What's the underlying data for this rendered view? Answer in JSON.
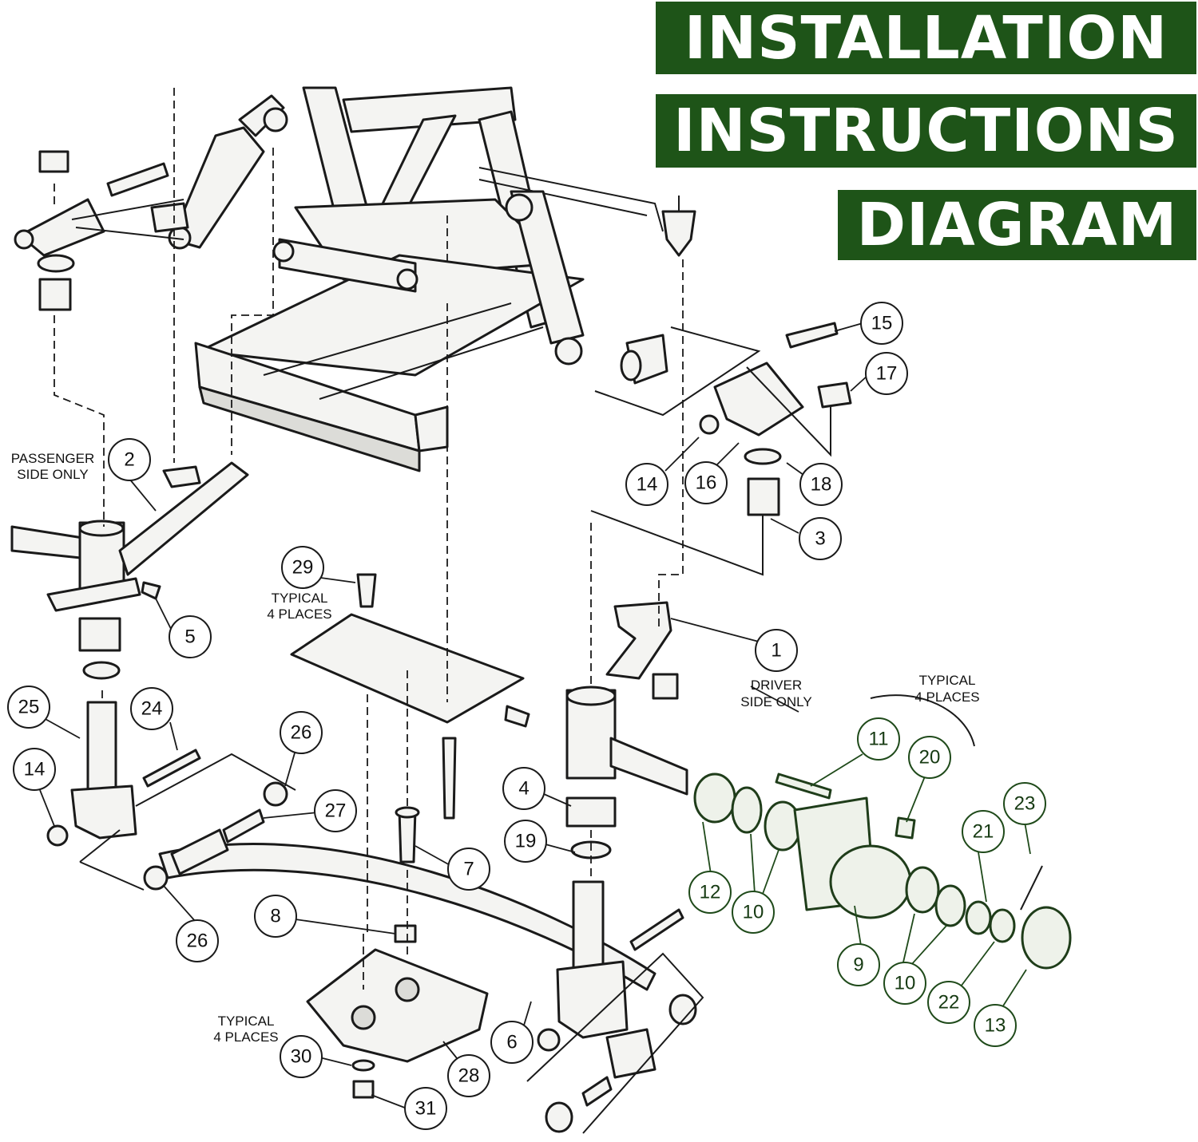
{
  "banner": {
    "line1": "INSTALLATION",
    "line2": "INSTRUCTIONS",
    "line3": "DIAGRAM",
    "background_color": "#1e5418",
    "text_color": "#ffffff"
  },
  "notes": {
    "passenger_line1": "PASSENGER",
    "passenger_line2": "SIDE ONLY",
    "driver_line1": "DRIVER",
    "driver_line2": "SIDE ONLY",
    "typical_plate_line1": "TYPICAL",
    "typical_plate_line2": "4 PLACES",
    "typical_hub_line1": "TYPICAL",
    "typical_hub_line2": "4 PLACES",
    "typical_bottom_line1": "TYPICAL",
    "typical_bottom_line2": "4 PLACES"
  },
  "callouts": {
    "c1": "1",
    "c2": "2",
    "c3": "3",
    "c4": "4",
    "c5": "5",
    "c6": "6",
    "c7": "7",
    "c8": "8",
    "c9": "9",
    "c10a": "10",
    "c10b": "10",
    "c11": "11",
    "c12": "12",
    "c13": "13",
    "c14a": "14",
    "c14b": "14",
    "c15": "15",
    "c16": "16",
    "c17": "17",
    "c18": "18",
    "c19": "19",
    "c20": "20",
    "c21": "21",
    "c22": "22",
    "c23": "23",
    "c24": "24",
    "c25": "25",
    "c26a": "26",
    "c26b": "26",
    "c27": "27",
    "c28": "28",
    "c29": "29",
    "c30": "30",
    "c31": "31"
  },
  "colors": {
    "line": "#1a1a1a",
    "hub_line": "#1f4a1a"
  }
}
